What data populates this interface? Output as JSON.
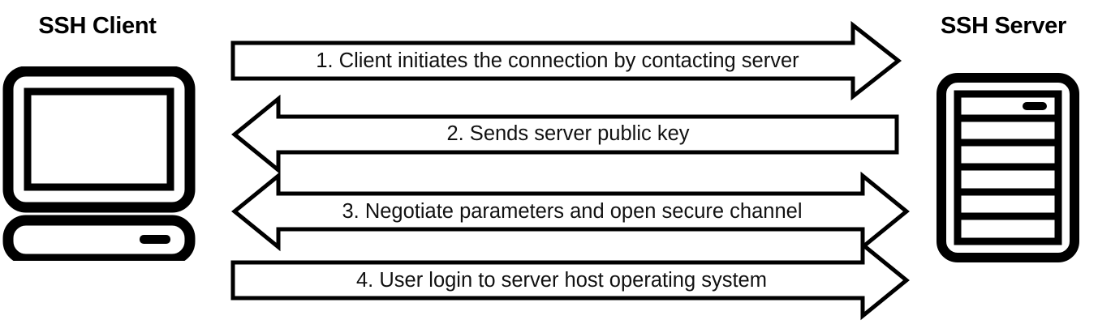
{
  "diagram": {
    "title": "SSH connection handshake",
    "background": "#ffffff",
    "line_color": "#000000",
    "fill_color": "#ffffff"
  },
  "endpoints": {
    "client": {
      "label": "SSH Client",
      "icon": "desktop-computer-icon"
    },
    "server": {
      "label": "SSH Server",
      "icon": "rack-server-icon",
      "rack_slots": 6
    }
  },
  "steps": [
    {
      "number": "1.",
      "label": "1. Client initiates the connection by contacting server",
      "direction": "right",
      "icon": "arrow-right-icon"
    },
    {
      "number": "2.",
      "label": "2. Sends server public key",
      "direction": "left",
      "icon": "arrow-left-icon"
    },
    {
      "number": "3.",
      "label": "3. Negotiate parameters and open secure channel",
      "direction": "both",
      "icon": "arrow-left-right-icon"
    },
    {
      "number": "4.",
      "label": "4. User login to server host operating system",
      "direction": "right",
      "icon": "arrow-right-icon"
    }
  ]
}
